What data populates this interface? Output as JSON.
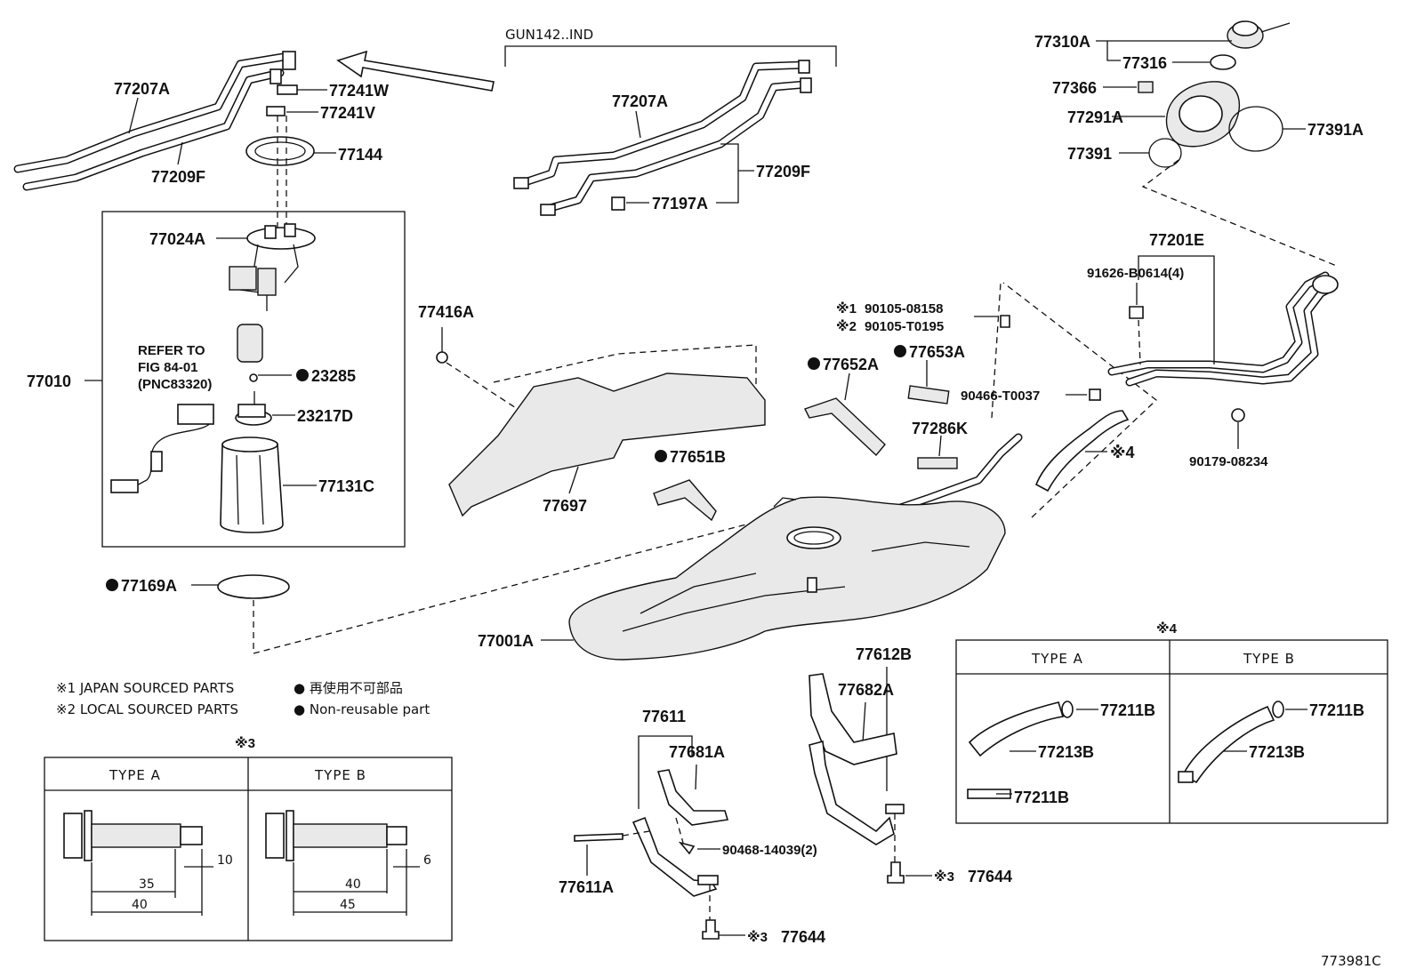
{
  "diagram": {
    "sheet_ref": "GUN142..IND",
    "figure_code": "773981C",
    "parts": {
      "p77207A_left": "77207A",
      "p77209F_left": "77209F",
      "p77241W": "77241W",
      "p77241V": "77241V",
      "p77144": "77144",
      "p77024A": "77024A",
      "p77010": "77010",
      "p23285": "23285",
      "p23217D": "23217D",
      "p77131C": "77131C",
      "p77169A": "77169A",
      "p77207A_right": "77207A",
      "p77209F_right": "77209F",
      "p77197A": "77197A",
      "p77416A": "77416A",
      "p77697": "77697",
      "p77651B": "77651B",
      "p77652A": "77652A",
      "p77653A": "77653A",
      "p77286K": "77286K",
      "p90105_08158": "90105-08158",
      "p90105_T0195": "90105-T0195",
      "p90466_T0037": "90466-T0037",
      "p91626_B0614": "91626-B0614(4)",
      "p77201E": "77201E",
      "p90179_08234": "90179-08234",
      "p77310A": "77310A",
      "p77316": "77316",
      "p77366": "77366",
      "p77291A": "77291A",
      "p77391A": "77391A",
      "p77391": "77391",
      "p77001A": "77001A",
      "p77612B": "77612B",
      "p77682A": "77682A",
      "p77611": "77611",
      "p77681A": "77681A",
      "p90468_14039": "90468-14039(2)",
      "p77611A": "77611A",
      "p77644_right": "77644",
      "p77644_bottom": "77644",
      "p77211B_a1": "77211B",
      "p77213B_a": "77213B",
      "p77211B_a2": "77211B",
      "p77211B_b": "77211B",
      "p77213B_b": "77213B"
    },
    "refer_note": {
      "line1": "REFER TO",
      "line2": "FIG 84-01",
      "line3": "(PNC83320)"
    },
    "marks": {
      "m1": "※1",
      "m2": "※2",
      "m3": "※3",
      "m4": "※4"
    },
    "legend": {
      "japan": "※1 JAPAN SOURCED PARTS",
      "local": "※2 LOCAL SOURCED PARTS",
      "nonreuse_jp": "● 再使用不可部品",
      "nonreuse_en": "● Non-reusable part"
    },
    "bolt_table": {
      "mark": "※3",
      "type_a": "TYPE A",
      "type_b": "TYPE B",
      "a_dims": [
        "10",
        "35",
        "40"
      ],
      "b_dims": [
        "6",
        "40",
        "45"
      ]
    },
    "hose_table": {
      "mark": "※4",
      "type_a": "TYPE A",
      "type_b": "TYPE B"
    }
  }
}
